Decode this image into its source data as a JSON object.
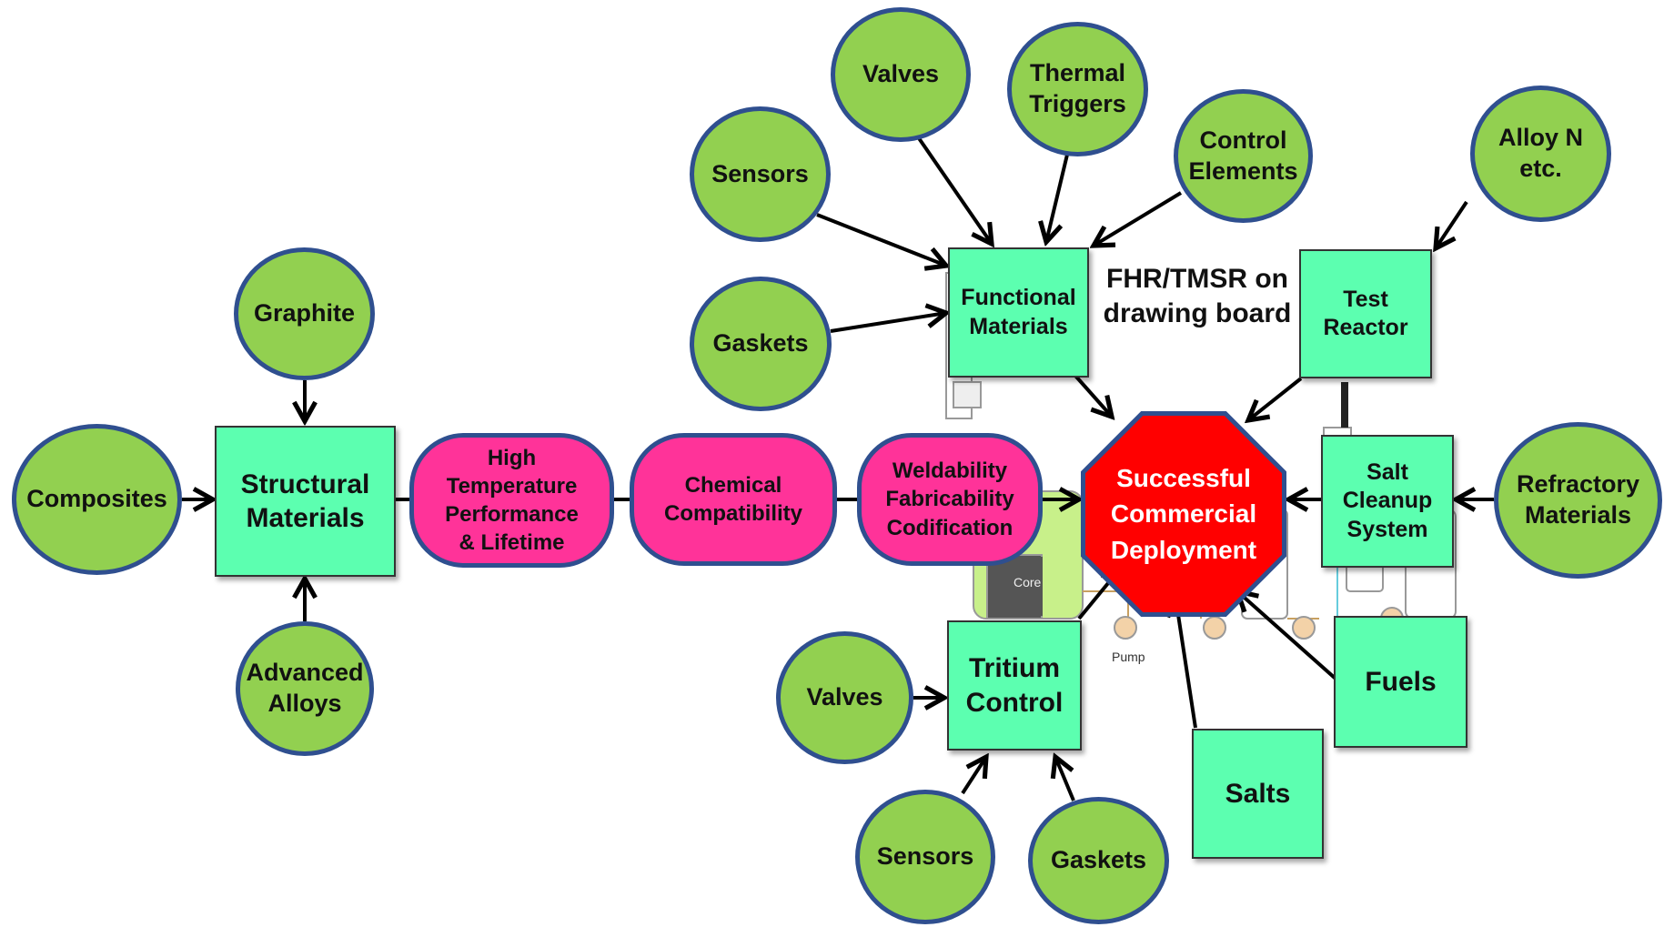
{
  "colors": {
    "circle_fill": "#92d050",
    "circle_border": "#2f4f8f",
    "box_fill": "#5cffb0",
    "pill_fill": "#ff3399",
    "octagon_fill": "#ff0000",
    "arrow": "#000000"
  },
  "circles": {
    "composites": "Composites",
    "graphite": "Graphite",
    "advanced_alloys": [
      "Advanced",
      "Alloys"
    ],
    "sensors_top": "Sensors",
    "valves_top": "Valves",
    "thermal_triggers": [
      "Thermal",
      "Triggers"
    ],
    "control_elements": [
      "Control",
      "Elements"
    ],
    "gaskets_top": "Gaskets",
    "alloy_n": [
      "Alloy N",
      "etc."
    ],
    "refractory_materials": [
      "Refractory",
      "Materials"
    ],
    "valves_bottom": "Valves",
    "sensors_bottom": "Sensors",
    "gaskets_bottom": "Gaskets"
  },
  "boxes": {
    "structural_materials": [
      "Structural",
      "Materials"
    ],
    "functional_materials": [
      "Functional",
      "Materials"
    ],
    "test_reactor": [
      "Test",
      "Reactor"
    ],
    "salt_cleanup_system": [
      "Salt",
      "Cleanup",
      "System"
    ],
    "tritium_control": [
      "Tritium",
      "Control"
    ],
    "fuels": "Fuels",
    "salts": "Salts"
  },
  "pills": {
    "high_temperature": [
      "High",
      "Temperature",
      "Performance",
      "& Lifetime"
    ],
    "chemical_compatibility": [
      "Chemical",
      "Compatibility"
    ],
    "weldability": [
      "Weldability",
      "Fabricability",
      "Codification"
    ]
  },
  "goal": [
    "Successful",
    "Commercial",
    "Deployment"
  ],
  "annotation": [
    "FHR/TMSR on",
    "drawing board"
  ],
  "background_labels": {
    "core": "Core",
    "pump": "Pump"
  }
}
